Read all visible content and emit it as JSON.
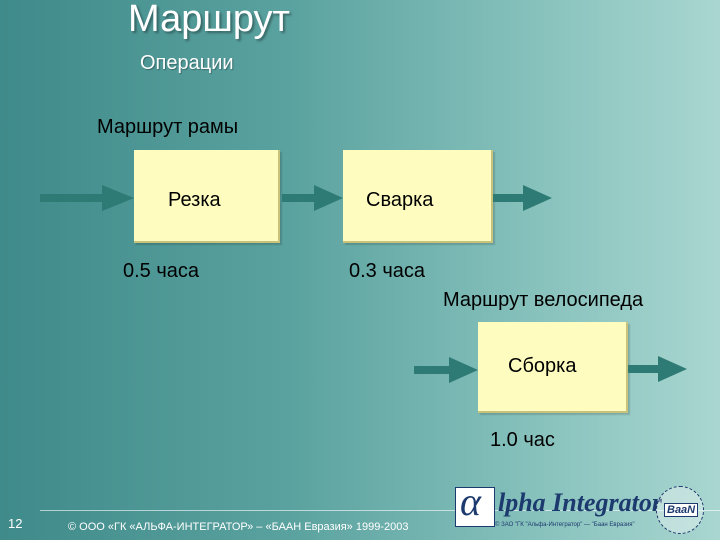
{
  "title": "Маршрут",
  "subtitle": "Операции",
  "frame_route": {
    "label": "Маршрут рамы",
    "operations": [
      {
        "name": "Резка",
        "time": "0.5 часа"
      },
      {
        "name": "Сварка",
        "time": "0.3 часа"
      }
    ]
  },
  "bike_route": {
    "label": "Маршрут велосипеда",
    "operations": [
      {
        "name": "Сборка",
        "time": "1.0 час"
      }
    ]
  },
  "footer": {
    "page_number": "12",
    "copyright": "© ООО «ГК «АЛЬФА-ИНТЕГРАТОР» – «БААН Евразия» 1999-2003",
    "logo_text": "lpha Integrator",
    "logo_caption": "© ЗАО \"ГК \"Альфа-Интегратор\" — \"Баан Евразия\"",
    "partner_logo": "BaaN"
  },
  "colors": {
    "box_fill": "#fefdbf",
    "arrow_fill": "#2e7a74",
    "background_start": "#3f8a8a",
    "background_end": "#a9d6d0"
  }
}
